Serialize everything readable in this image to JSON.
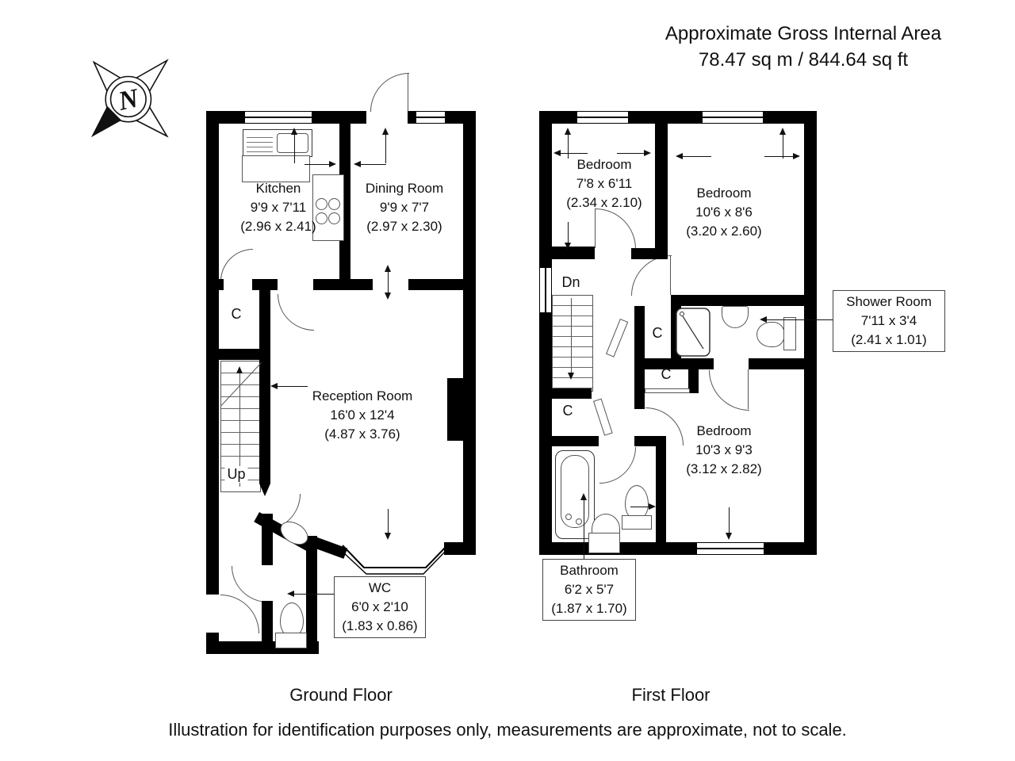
{
  "header": {
    "line1": "Approximate Gross Internal Area",
    "line2": "78.47 sq m / 844.64 sq ft"
  },
  "compass": {
    "letter": "N"
  },
  "floors": {
    "ground": {
      "title": "Ground Floor",
      "rooms": {
        "kitchen": {
          "name": "Kitchen",
          "imperial": "9'9 x 7'11",
          "metric": "(2.96 x 2.41)"
        },
        "dining": {
          "name": "Dining Room",
          "imperial": "9'9 x 7'7",
          "metric": "(2.97 x 2.30)"
        },
        "reception": {
          "name": "Reception Room",
          "imperial": "16'0 x 12'4",
          "metric": "(4.87 x 3.76)"
        },
        "wc": {
          "name": "WC",
          "imperial": "6'0 x 2'10",
          "metric": "(1.83 x 0.86)"
        }
      },
      "annotations": {
        "up": "Up",
        "cupboard": "C"
      }
    },
    "first": {
      "title": "First Floor",
      "rooms": {
        "bedroom1": {
          "name": "Bedroom",
          "imperial": "7'8 x 6'11",
          "metric": "(2.34 x 2.10)"
        },
        "bedroom2": {
          "name": "Bedroom",
          "imperial": "10'6 x 8'6",
          "metric": "(3.20 x 2.60)"
        },
        "bedroom3": {
          "name": "Bedroom",
          "imperial": "10'3 x 9'3",
          "metric": "(3.12 x 2.82)"
        },
        "shower": {
          "name": "Shower Room",
          "imperial": "7'11 x 3'4",
          "metric": "(2.41 x 1.01)"
        },
        "bathroom": {
          "name": "Bathroom",
          "imperial": "6'2 x 5'7",
          "metric": "(1.87 x 1.70)"
        }
      },
      "annotations": {
        "dn": "Dn",
        "cupboard1": "C",
        "cupboard2": "C",
        "cupboard3": "C"
      }
    }
  },
  "footer": {
    "disclaimer": "Illustration for identification purposes only, measurements are approximate, not to scale."
  },
  "colors": {
    "wall": "#000000",
    "line": "#555555",
    "text": "#111111"
  }
}
